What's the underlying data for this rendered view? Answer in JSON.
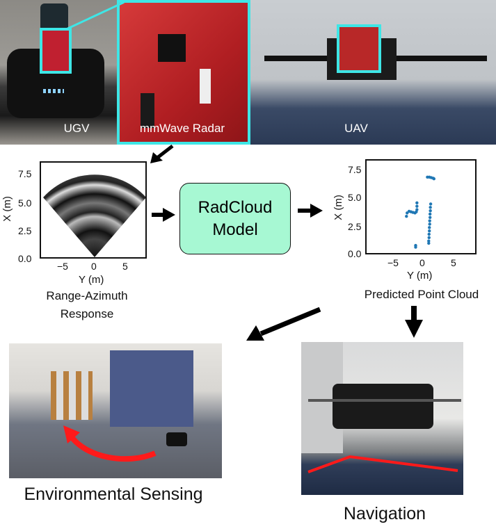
{
  "photos": {
    "ugv_label": "UGV",
    "radar_label": "mmWave Radar",
    "uav_label": "UAV",
    "highlight_color": "#3ee6e6"
  },
  "model": {
    "line1": "RadCloud",
    "line2": "Model",
    "fill": "#a7f8d3"
  },
  "range_azimuth": {
    "caption_line1": "Range-Azimuth",
    "caption_line2": "Response",
    "xlabel": "Y (m)",
    "ylabel": "X (m)",
    "xticks": [
      "−5",
      "0",
      "5"
    ],
    "yticks": [
      "7.5",
      "5.0",
      "2.5",
      "0.0"
    ]
  },
  "chart_data": {
    "type": "scatter",
    "caption": "Predicted Point Cloud",
    "xlabel": "Y (m)",
    "ylabel": "X (m)",
    "xlim": [
      -8.5,
      8.5
    ],
    "ylim": [
      0,
      8.5
    ],
    "xticks": [
      "−5",
      "0",
      "5"
    ],
    "yticks": [
      "7.5",
      "5.0",
      "2.5",
      "0.0"
    ],
    "color": "#1f77b4",
    "points": [
      [
        1.0,
        6.9
      ],
      [
        1.3,
        6.9
      ],
      [
        1.6,
        6.85
      ],
      [
        1.9,
        6.8
      ],
      [
        2.0,
        6.75
      ],
      [
        1.5,
        4.5
      ],
      [
        1.45,
        4.2
      ],
      [
        1.45,
        3.9
      ],
      [
        1.4,
        3.6
      ],
      [
        1.4,
        3.3
      ],
      [
        1.35,
        3.0
      ],
      [
        1.35,
        2.7
      ],
      [
        1.3,
        2.4
      ],
      [
        1.3,
        2.1
      ],
      [
        1.25,
        1.8
      ],
      [
        1.25,
        1.5
      ],
      [
        1.2,
        1.2
      ],
      [
        1.2,
        1.0
      ],
      [
        -0.6,
        4.6
      ],
      [
        -0.6,
        4.3
      ],
      [
        -0.6,
        4.0
      ],
      [
        -0.7,
        3.8
      ],
      [
        -2.2,
        3.4
      ],
      [
        -2.1,
        3.7
      ],
      [
        -1.8,
        3.85
      ],
      [
        -1.5,
        3.8
      ],
      [
        -1.2,
        3.75
      ],
      [
        -0.9,
        3.7
      ],
      [
        -0.8,
        0.8
      ],
      [
        -0.8,
        0.65
      ]
    ]
  },
  "bottom": {
    "env_caption": "Environmental Sensing",
    "nav_caption": "Navigation",
    "path_color": "#ff1a1a"
  }
}
